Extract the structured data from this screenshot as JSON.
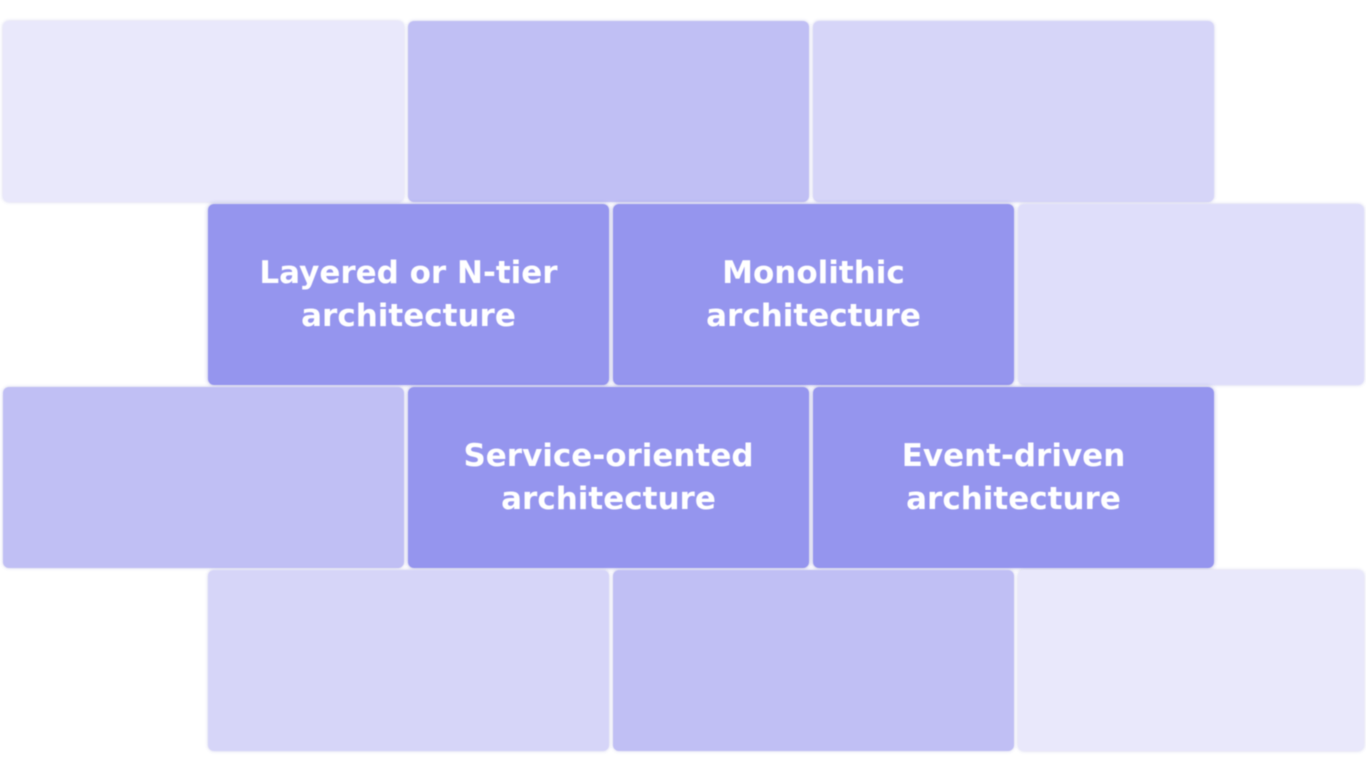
{
  "tiles": {
    "layered": {
      "line1": "Layered or N-tier",
      "line2": "architecture"
    },
    "monolithic": {
      "line1": "Monolithic",
      "line2": "architecture"
    },
    "service_oriented": {
      "line1": "Service-oriented",
      "line2": "architecture"
    },
    "event_driven": {
      "line1": "Event-driven",
      "line2": "architecture"
    }
  },
  "colors": {
    "highlight_tile": "#9595ee",
    "mid_tile": "#c0bff4",
    "light_tile": "#d6d5f8",
    "faint_tile": "#e9e8fb",
    "text": "#ffffff"
  }
}
